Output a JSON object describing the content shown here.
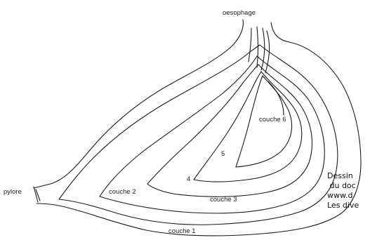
{
  "labels": {
    "oesophage": "oesophage",
    "pylore": "pylore",
    "couche1": "couche 1",
    "couche2": "couche 2",
    "couche3": "couche 3",
    "couche4": "4",
    "couche5": "5",
    "couche6": "couche 6"
  },
  "caption": {
    "line1": "Dessin",
    "line2": " du doc",
    "line3": "www.d",
    "line4": "Les dive"
  },
  "colors": {
    "stroke": "#1a1a1a",
    "text": "#222222",
    "background": "#ffffff"
  }
}
